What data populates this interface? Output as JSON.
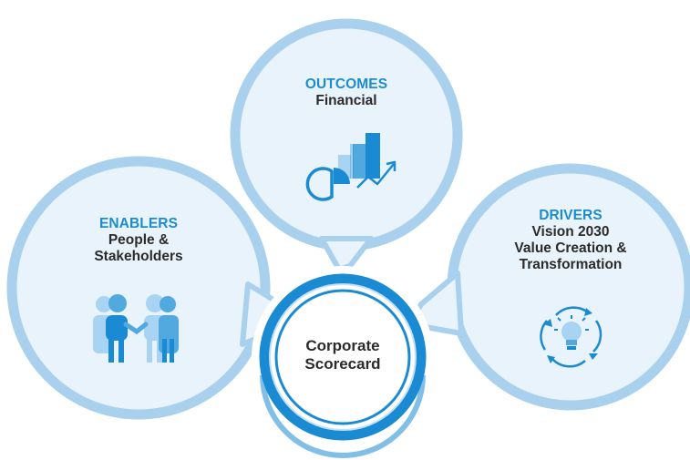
{
  "colors": {
    "bubble_fill": "#e9f3fb",
    "bubble_ring": "#a9d1ee",
    "hub_ring": "#1a8bd2",
    "hub_ring_light": "#bfe0f5",
    "accent": "#1b8ccd",
    "text": "#2b2b2b",
    "icon_dark": "#1a8bd2",
    "icon_mid": "#52a9e0",
    "icon_light": "#a8d3f2"
  },
  "outcomes": {
    "category": "OUTCOMES",
    "subtitle": "Financial",
    "icon": "chart-growth-icon"
  },
  "enablers": {
    "category": "ENABLERS",
    "line1": "People &",
    "line2": "Stakeholders",
    "icon": "people-handshake-icon"
  },
  "drivers": {
    "category": "DRIVERS",
    "line1": "Vision 2030",
    "line2": "Value Creation &",
    "line3": "Transformation",
    "icon": "lightbulb-cycle-icon"
  },
  "hub": {
    "line1": "Corporate",
    "line2": "Scorecard"
  }
}
